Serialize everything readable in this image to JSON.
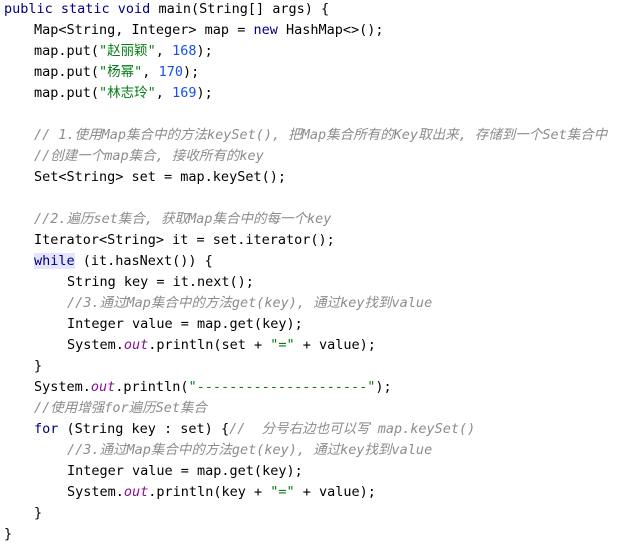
{
  "editor": {
    "lines": [
      {
        "indent": 0,
        "tokens": [
          {
            "t": "public static void ",
            "c": "kw"
          },
          {
            "t": "main(String[] args) {",
            "c": "pl"
          }
        ]
      },
      {
        "indent": 1,
        "tokens": [
          {
            "t": "Map<String, Integer> map = ",
            "c": "pl"
          },
          {
            "t": "new ",
            "c": "kw"
          },
          {
            "t": "HashMap<>();",
            "c": "pl"
          }
        ]
      },
      {
        "indent": 1,
        "tokens": [
          {
            "t": "map.put(",
            "c": "pl"
          },
          {
            "t": "\"赵丽颖\"",
            "c": "str"
          },
          {
            "t": ", ",
            "c": "pl"
          },
          {
            "t": "168",
            "c": "num"
          },
          {
            "t": ");",
            "c": "pl"
          }
        ]
      },
      {
        "indent": 1,
        "tokens": [
          {
            "t": "map.put(",
            "c": "pl"
          },
          {
            "t": "\"杨幂\"",
            "c": "str"
          },
          {
            "t": ", ",
            "c": "pl"
          },
          {
            "t": "170",
            "c": "num"
          },
          {
            "t": ");",
            "c": "pl"
          }
        ]
      },
      {
        "indent": 1,
        "tokens": [
          {
            "t": "map.put(",
            "c": "pl"
          },
          {
            "t": "\"林志玲\"",
            "c": "str"
          },
          {
            "t": ", ",
            "c": "pl"
          },
          {
            "t": "169",
            "c": "num"
          },
          {
            "t": ");",
            "c": "pl"
          }
        ]
      },
      {
        "indent": 1,
        "tokens": []
      },
      {
        "indent": 1,
        "tokens": [
          {
            "t": "// 1.使用Map集合中的方法keySet(), 把Map集合所有的Key取出来, 存储到一个Set集合中",
            "c": "cmt"
          }
        ]
      },
      {
        "indent": 1,
        "tokens": [
          {
            "t": "//创建一个map集合, 接收所有的key",
            "c": "cmt"
          }
        ]
      },
      {
        "indent": 1,
        "tokens": [
          {
            "t": "Set<String> set = map.keySet();",
            "c": "pl"
          }
        ]
      },
      {
        "indent": 1,
        "tokens": []
      },
      {
        "indent": 1,
        "tokens": [
          {
            "t": "//2.遍历set集合, 获取Map集合中的每一个key",
            "c": "cmt"
          }
        ]
      },
      {
        "indent": 1,
        "tokens": [
          {
            "t": "Iterator<String> it = set.iterator();",
            "c": "pl"
          }
        ]
      },
      {
        "indent": 1,
        "tokens": [
          {
            "t": "while",
            "c": "kw hl"
          },
          {
            "t": " (it.hasNext()) {",
            "c": "pl"
          }
        ]
      },
      {
        "indent": 2,
        "tokens": [
          {
            "t": "String key = it.next();",
            "c": "pl"
          }
        ]
      },
      {
        "indent": 2,
        "tokens": [
          {
            "t": "//3.通过Map集合中的方法get(key), 通过key找到value",
            "c": "cmt"
          }
        ]
      },
      {
        "indent": 2,
        "tokens": [
          {
            "t": "Integer value = map.get(key);",
            "c": "pl"
          }
        ]
      },
      {
        "indent": 2,
        "tokens": [
          {
            "t": "System.",
            "c": "pl"
          },
          {
            "t": "out",
            "c": "fld"
          },
          {
            "t": ".println(set + ",
            "c": "pl"
          },
          {
            "t": "\"=\"",
            "c": "str"
          },
          {
            "t": " + value);",
            "c": "pl"
          }
        ]
      },
      {
        "indent": 1,
        "tokens": [
          {
            "t": "}",
            "c": "pl"
          }
        ]
      },
      {
        "indent": 1,
        "tokens": [
          {
            "t": "System.",
            "c": "pl"
          },
          {
            "t": "out",
            "c": "fld"
          },
          {
            "t": ".println(",
            "c": "pl"
          },
          {
            "t": "\"---------------------\"",
            "c": "str"
          },
          {
            "t": ");",
            "c": "pl"
          }
        ]
      },
      {
        "indent": 1,
        "tokens": [
          {
            "t": "//使用增强for遍历Set集合",
            "c": "cmt"
          }
        ]
      },
      {
        "indent": 1,
        "tokens": [
          {
            "t": "for ",
            "c": "kw"
          },
          {
            "t": "(String key : set) {",
            "c": "pl"
          },
          {
            "t": "//  分号右边也可以写 map.keySet()",
            "c": "cmt"
          }
        ]
      },
      {
        "indent": 2,
        "tokens": [
          {
            "t": "//3.通过Map集合中的方法get(key), 通过key找到value",
            "c": "cmt"
          }
        ]
      },
      {
        "indent": 2,
        "tokens": [
          {
            "t": "Integer value = map.get(key);",
            "c": "pl"
          }
        ]
      },
      {
        "indent": 2,
        "tokens": [
          {
            "t": "System.",
            "c": "pl"
          },
          {
            "t": "out",
            "c": "fld"
          },
          {
            "t": ".println(key + ",
            "c": "pl"
          },
          {
            "t": "\"=\"",
            "c": "str"
          },
          {
            "t": " + value);",
            "c": "pl"
          }
        ]
      },
      {
        "indent": 1,
        "tokens": [
          {
            "t": "}",
            "c": "pl"
          }
        ]
      },
      {
        "indent": 0,
        "tokens": [
          {
            "t": "}",
            "c": "pl"
          }
        ]
      }
    ]
  },
  "colors": {
    "keyword": "#000080",
    "string": "#067d17",
    "number": "#1750eb",
    "comment": "#8c8c8c",
    "static_field": "#871094",
    "highlight": "#e4e4ff"
  }
}
